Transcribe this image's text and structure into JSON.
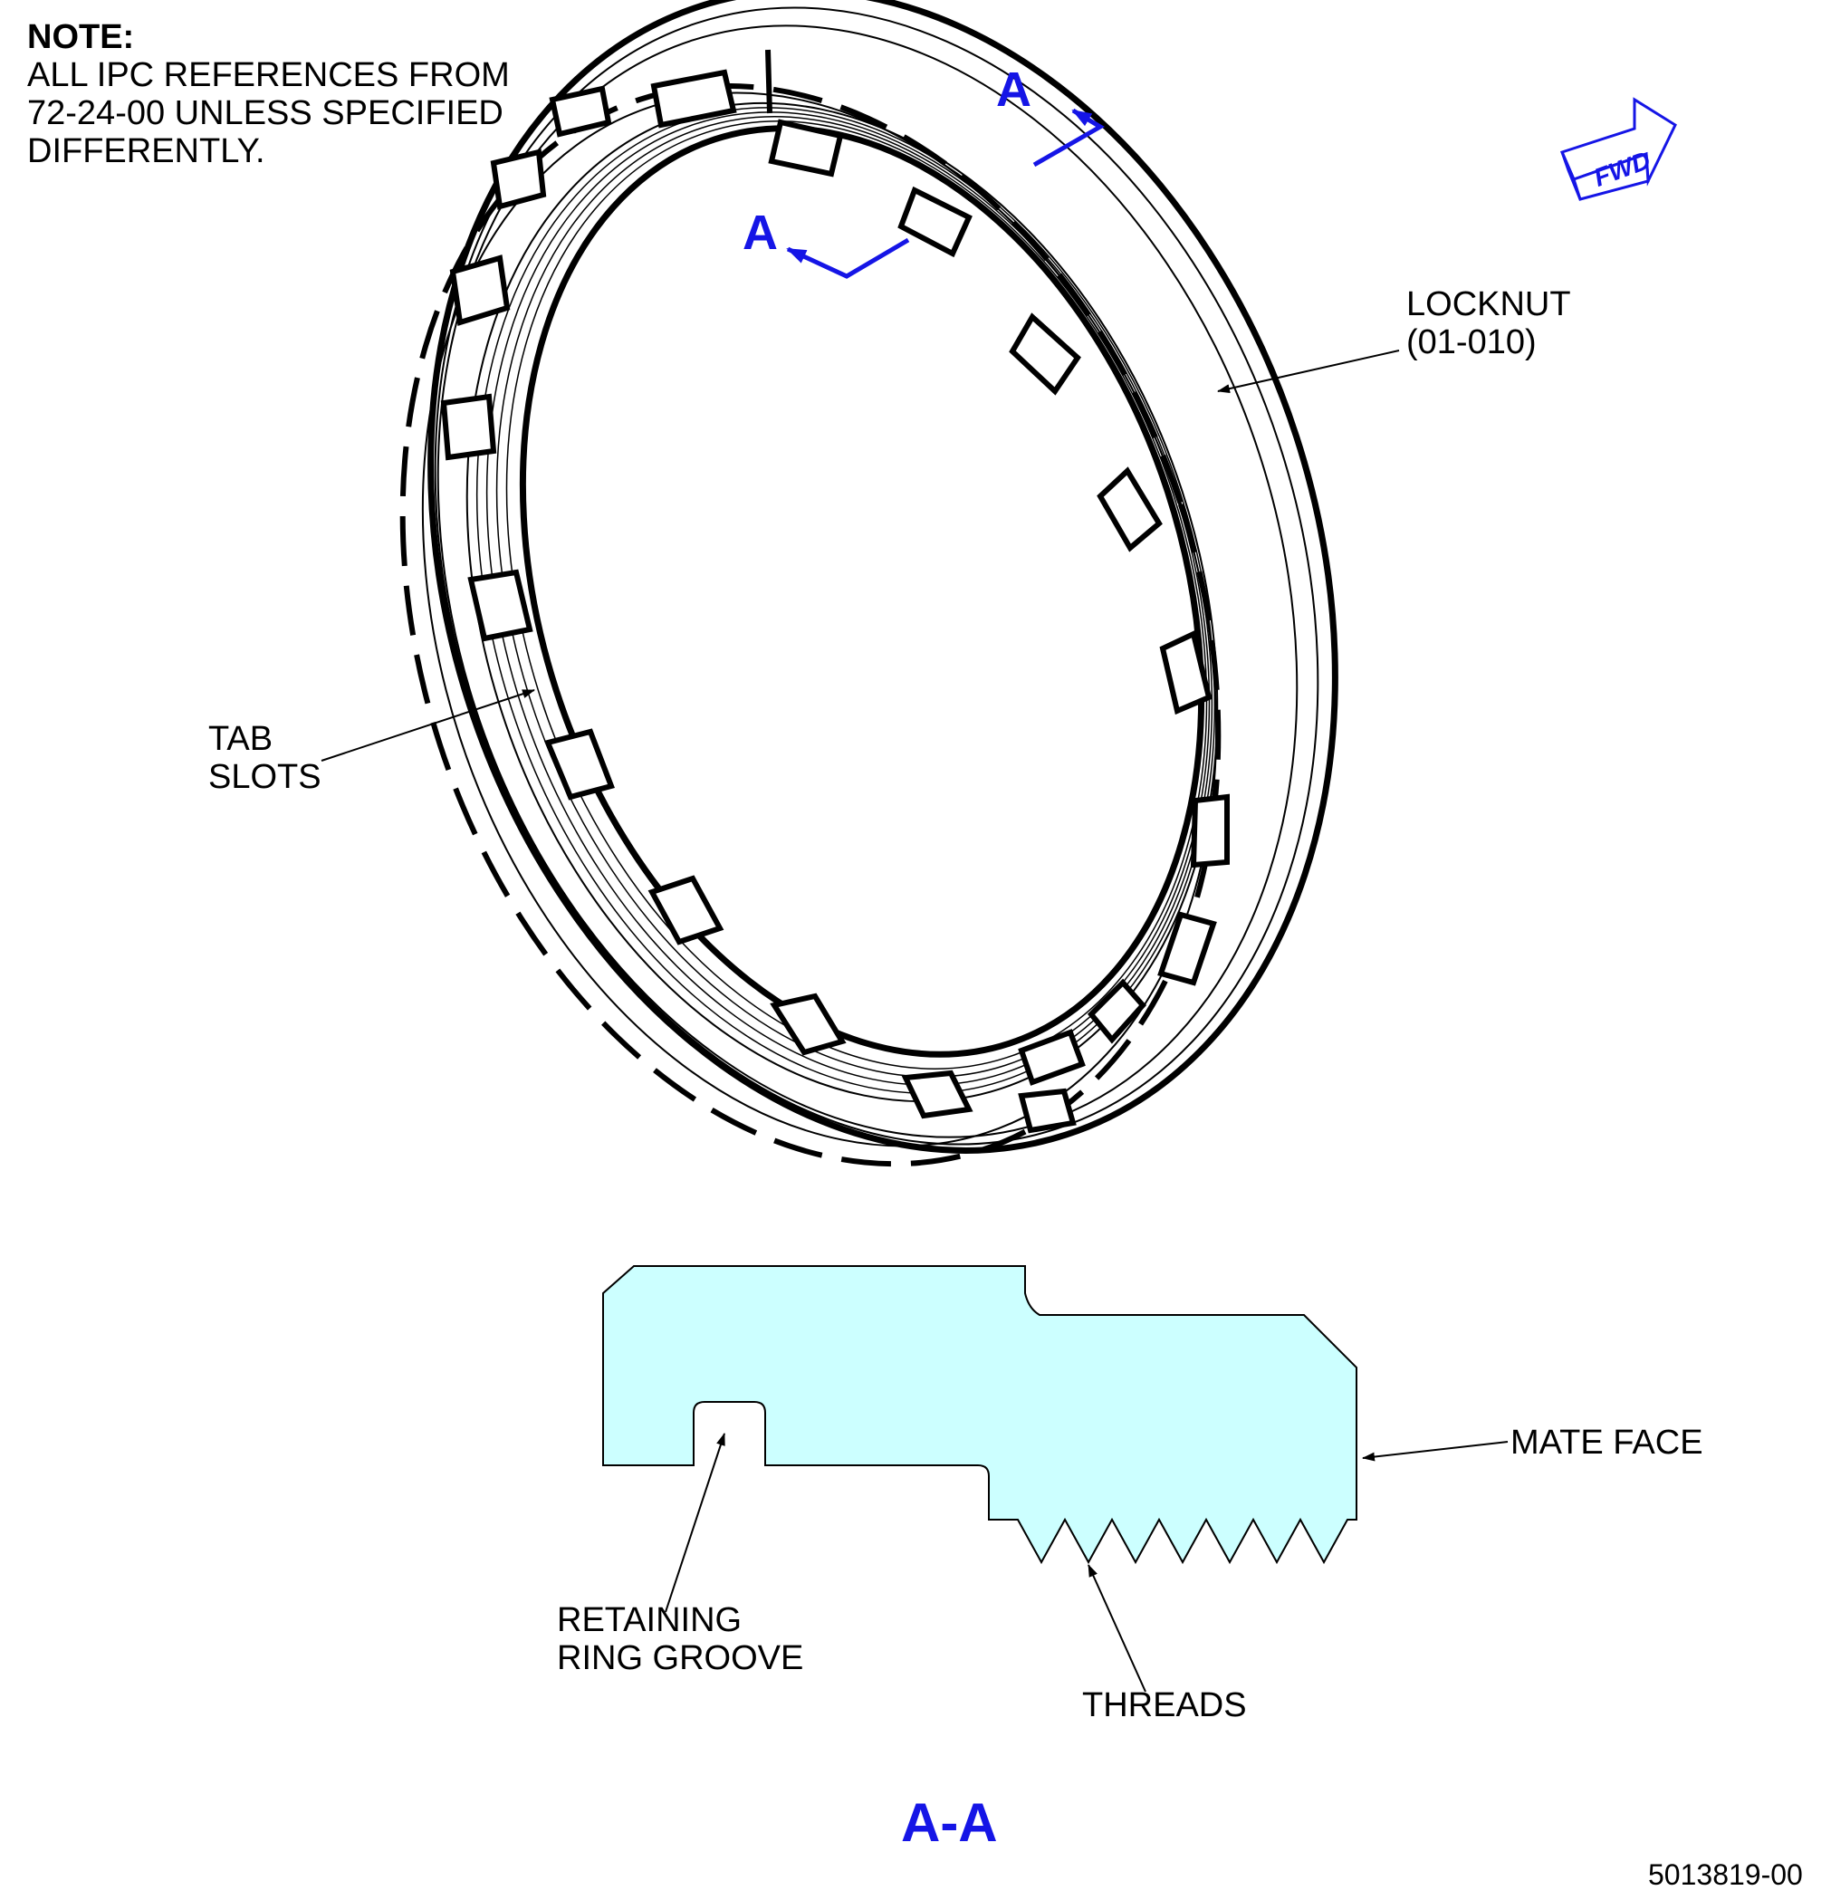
{
  "note": {
    "title": "NOTE:",
    "lines": [
      "ALL IPC REFERENCES FROM",
      "72-24-00 UNLESS SPECIFIED",
      "DIFFERENTLY."
    ]
  },
  "section_markers": {
    "upper": "A",
    "lower": "A"
  },
  "fwd_label": "FWD",
  "labels": {
    "locknut": [
      "LOCKNUT",
      "(01-010)"
    ],
    "tab_slots": [
      "TAB",
      "SLOTS"
    ],
    "mate_face": "MATE FACE",
    "retaining_ring_groove": [
      "RETAINING",
      "RING GROOVE"
    ],
    "threads": "THREADS"
  },
  "section_title": "A-A",
  "drawing_number": "5013819-00",
  "colors": {
    "section_blue": "#1515e6",
    "section_fill": "#ccffff",
    "line": "#000000"
  }
}
